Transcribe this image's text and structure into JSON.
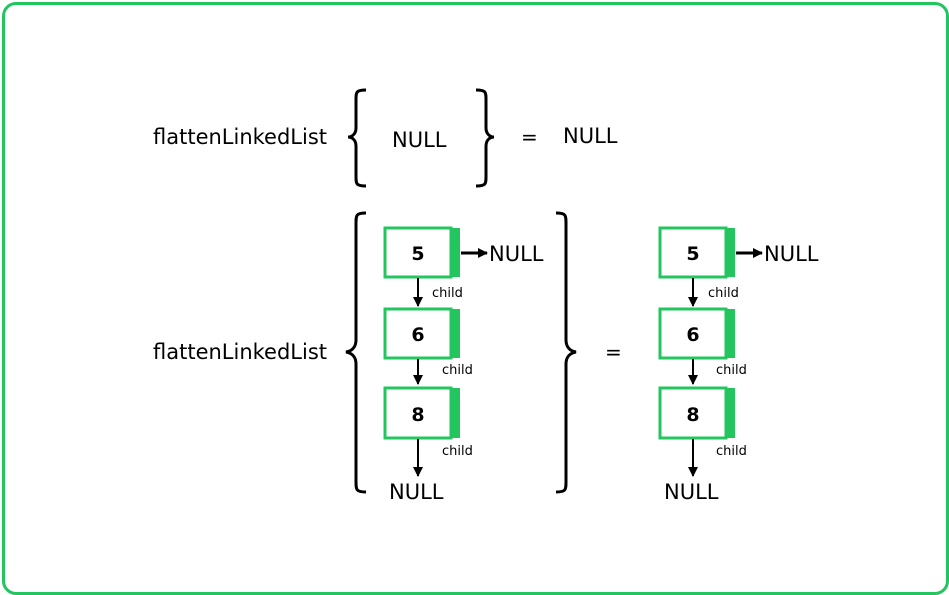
{
  "function_name": "flattenLinkedList",
  "null_label": "NULL",
  "equals": "=",
  "child_label": "child",
  "example1": {
    "input": "NULL",
    "output": "NULL"
  },
  "example2": {
    "input_nodes": [
      "5",
      "6",
      "8"
    ],
    "output_nodes": [
      "5",
      "6",
      "8"
    ]
  },
  "colors": {
    "accent": "#22c55e",
    "node_border": "#22c55e",
    "text": "#000000"
  }
}
